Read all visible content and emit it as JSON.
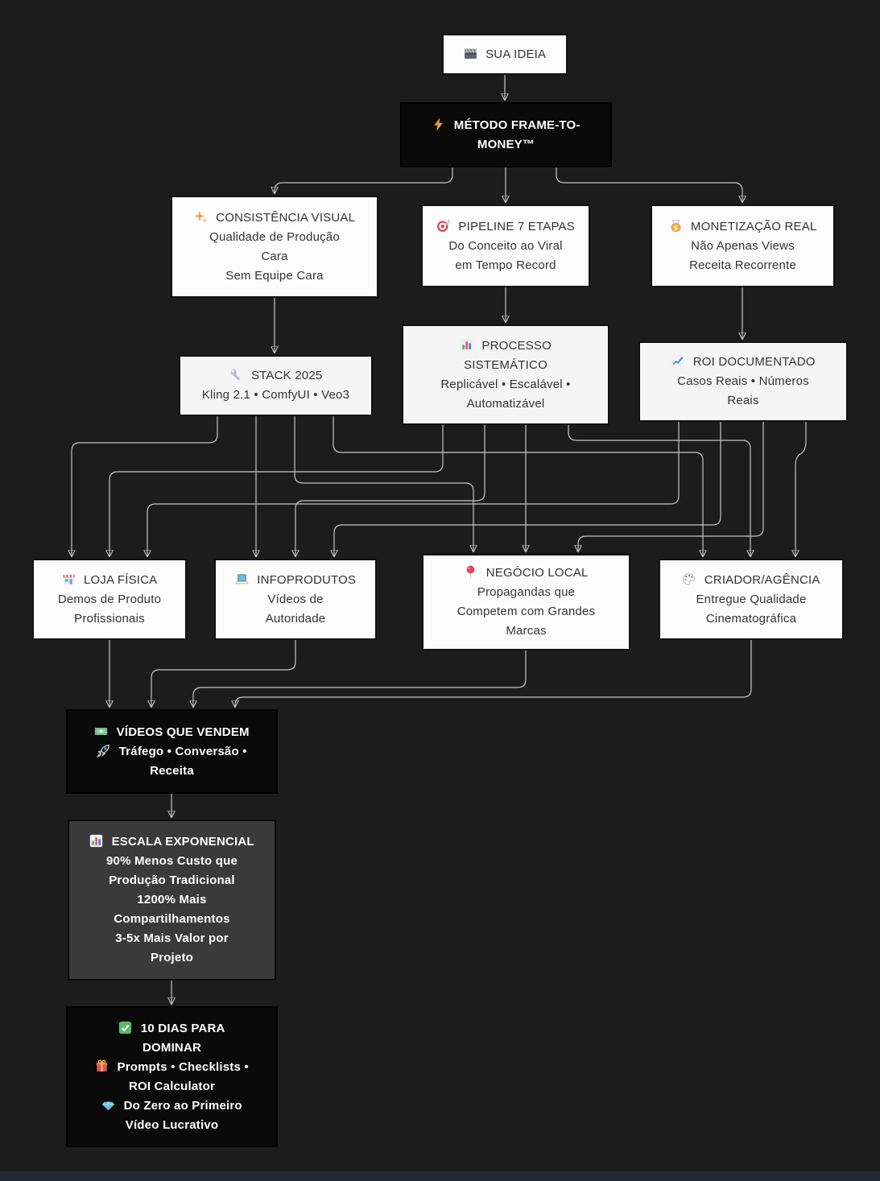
{
  "diagram": {
    "type": "flowchart-top-down",
    "colors": {
      "background": "#1c1c1c",
      "node_light": "#fcfcfc",
      "node_dark": "#0a0a0a",
      "node_gray": "#3a3a3a",
      "edge": "#c6c6c6",
      "bottom_bar": "#232834"
    }
  },
  "nodes": {
    "sua_ideia": {
      "icon_name": "clapper-board-icon",
      "title": "SUA IDEIA"
    },
    "metodo": {
      "icon_name": "lightning-bolt-icon",
      "title_lines": [
        "MÉTODO FRAME-TO-",
        "MONEY™"
      ]
    },
    "consistencia": {
      "icon_name": "sparkles-icon",
      "title": "CONSISTÊNCIA VISUAL",
      "lines": [
        "Qualidade de Produção",
        "Cara",
        "Sem Equipe Cara"
      ]
    },
    "pipeline": {
      "icon_name": "target-icon",
      "title": "PIPELINE 7 ETAPAS",
      "lines": [
        "Do Conceito ao Viral",
        "em Tempo Record"
      ]
    },
    "monetizacao": {
      "icon_name": "money-bag-icon",
      "title": "MONETIZAÇÃO REAL",
      "lines": [
        "Não Apenas Views",
        "Receita Recorrente"
      ]
    },
    "stack": {
      "icon_name": "wrench-icon",
      "title": "STACK 2025",
      "lines": [
        "Kling 2.1 • ComfyUI • Veo3"
      ]
    },
    "processo": {
      "icon_name": "bar-chart-icon",
      "title_lines": [
        "PROCESSO",
        "SISTEMÁTICO"
      ],
      "lines": [
        "Replicável • Escalável •",
        "Automatizável"
      ]
    },
    "roi": {
      "icon_name": "chart-increasing-icon",
      "title": "ROI DOCUMENTADO",
      "lines": [
        "Casos Reais • Números",
        "Reais"
      ]
    },
    "loja": {
      "icon_name": "store-icon",
      "title": "LOJA FÍSICA",
      "lines": [
        "Demos de Produto",
        "Profissionais"
      ]
    },
    "infoprodutos": {
      "icon_name": "laptop-icon",
      "title": "INFOPRODUTOS",
      "lines": [
        "Vídeos de",
        "Autoridade"
      ]
    },
    "negocio": {
      "icon_name": "round-pushpin-icon",
      "title": "NEGÓCIO LOCAL",
      "lines": [
        "Propagandas que",
        "Competem com Grandes",
        "Marcas"
      ]
    },
    "criador": {
      "icon_name": "palette-icon",
      "title": "CRIADOR/AGÊNCIA",
      "lines": [
        "Entregue Qualidade",
        "Cinematográfica"
      ]
    },
    "videos": {
      "icon_name": "dollar-banknote-icon",
      "title": "VÍDEOS QUE VENDEM",
      "rocket_icon_name": "rocket-icon",
      "lines": [
        "Tráfego • Conversão •",
        "Receita"
      ]
    },
    "escala": {
      "icon_name": "bar-chart-icon",
      "title": "ESCALA EXPONENCIAL",
      "lines": [
        "90% Menos Custo que",
        "Produção Tradicional",
        "1200% Mais",
        "Compartilhamentos",
        "3-5x Mais Valor por",
        "Projeto"
      ]
    },
    "dias": {
      "icon_name": "check-mark-icon",
      "title_lines": [
        "10 DIAS PARA",
        "DOMINAR"
      ],
      "gift_icon_name": "gift-icon",
      "gem_icon_name": "gem-icon",
      "lines": [
        "Prompts • Checklists •",
        "ROI Calculator",
        "Do Zero ao Primeiro",
        "Vídeo Lucrativo"
      ]
    }
  },
  "edges": [
    [
      "sua_ideia",
      "metodo"
    ],
    [
      "metodo",
      "consistencia"
    ],
    [
      "metodo",
      "pipeline"
    ],
    [
      "metodo",
      "monetizacao"
    ],
    [
      "consistencia",
      "stack"
    ],
    [
      "pipeline",
      "processo"
    ],
    [
      "monetizacao",
      "roi"
    ],
    [
      "stack",
      "loja"
    ],
    [
      "stack",
      "infoprodutos"
    ],
    [
      "stack",
      "negocio"
    ],
    [
      "stack",
      "criador"
    ],
    [
      "processo",
      "loja"
    ],
    [
      "processo",
      "infoprodutos"
    ],
    [
      "processo",
      "negocio"
    ],
    [
      "processo",
      "criador"
    ],
    [
      "roi",
      "loja"
    ],
    [
      "roi",
      "infoprodutos"
    ],
    [
      "roi",
      "negocio"
    ],
    [
      "roi",
      "criador"
    ],
    [
      "loja",
      "videos"
    ],
    [
      "infoprodutos",
      "videos"
    ],
    [
      "negocio",
      "videos"
    ],
    [
      "criador",
      "videos"
    ],
    [
      "videos",
      "escala"
    ],
    [
      "escala",
      "dias"
    ]
  ]
}
